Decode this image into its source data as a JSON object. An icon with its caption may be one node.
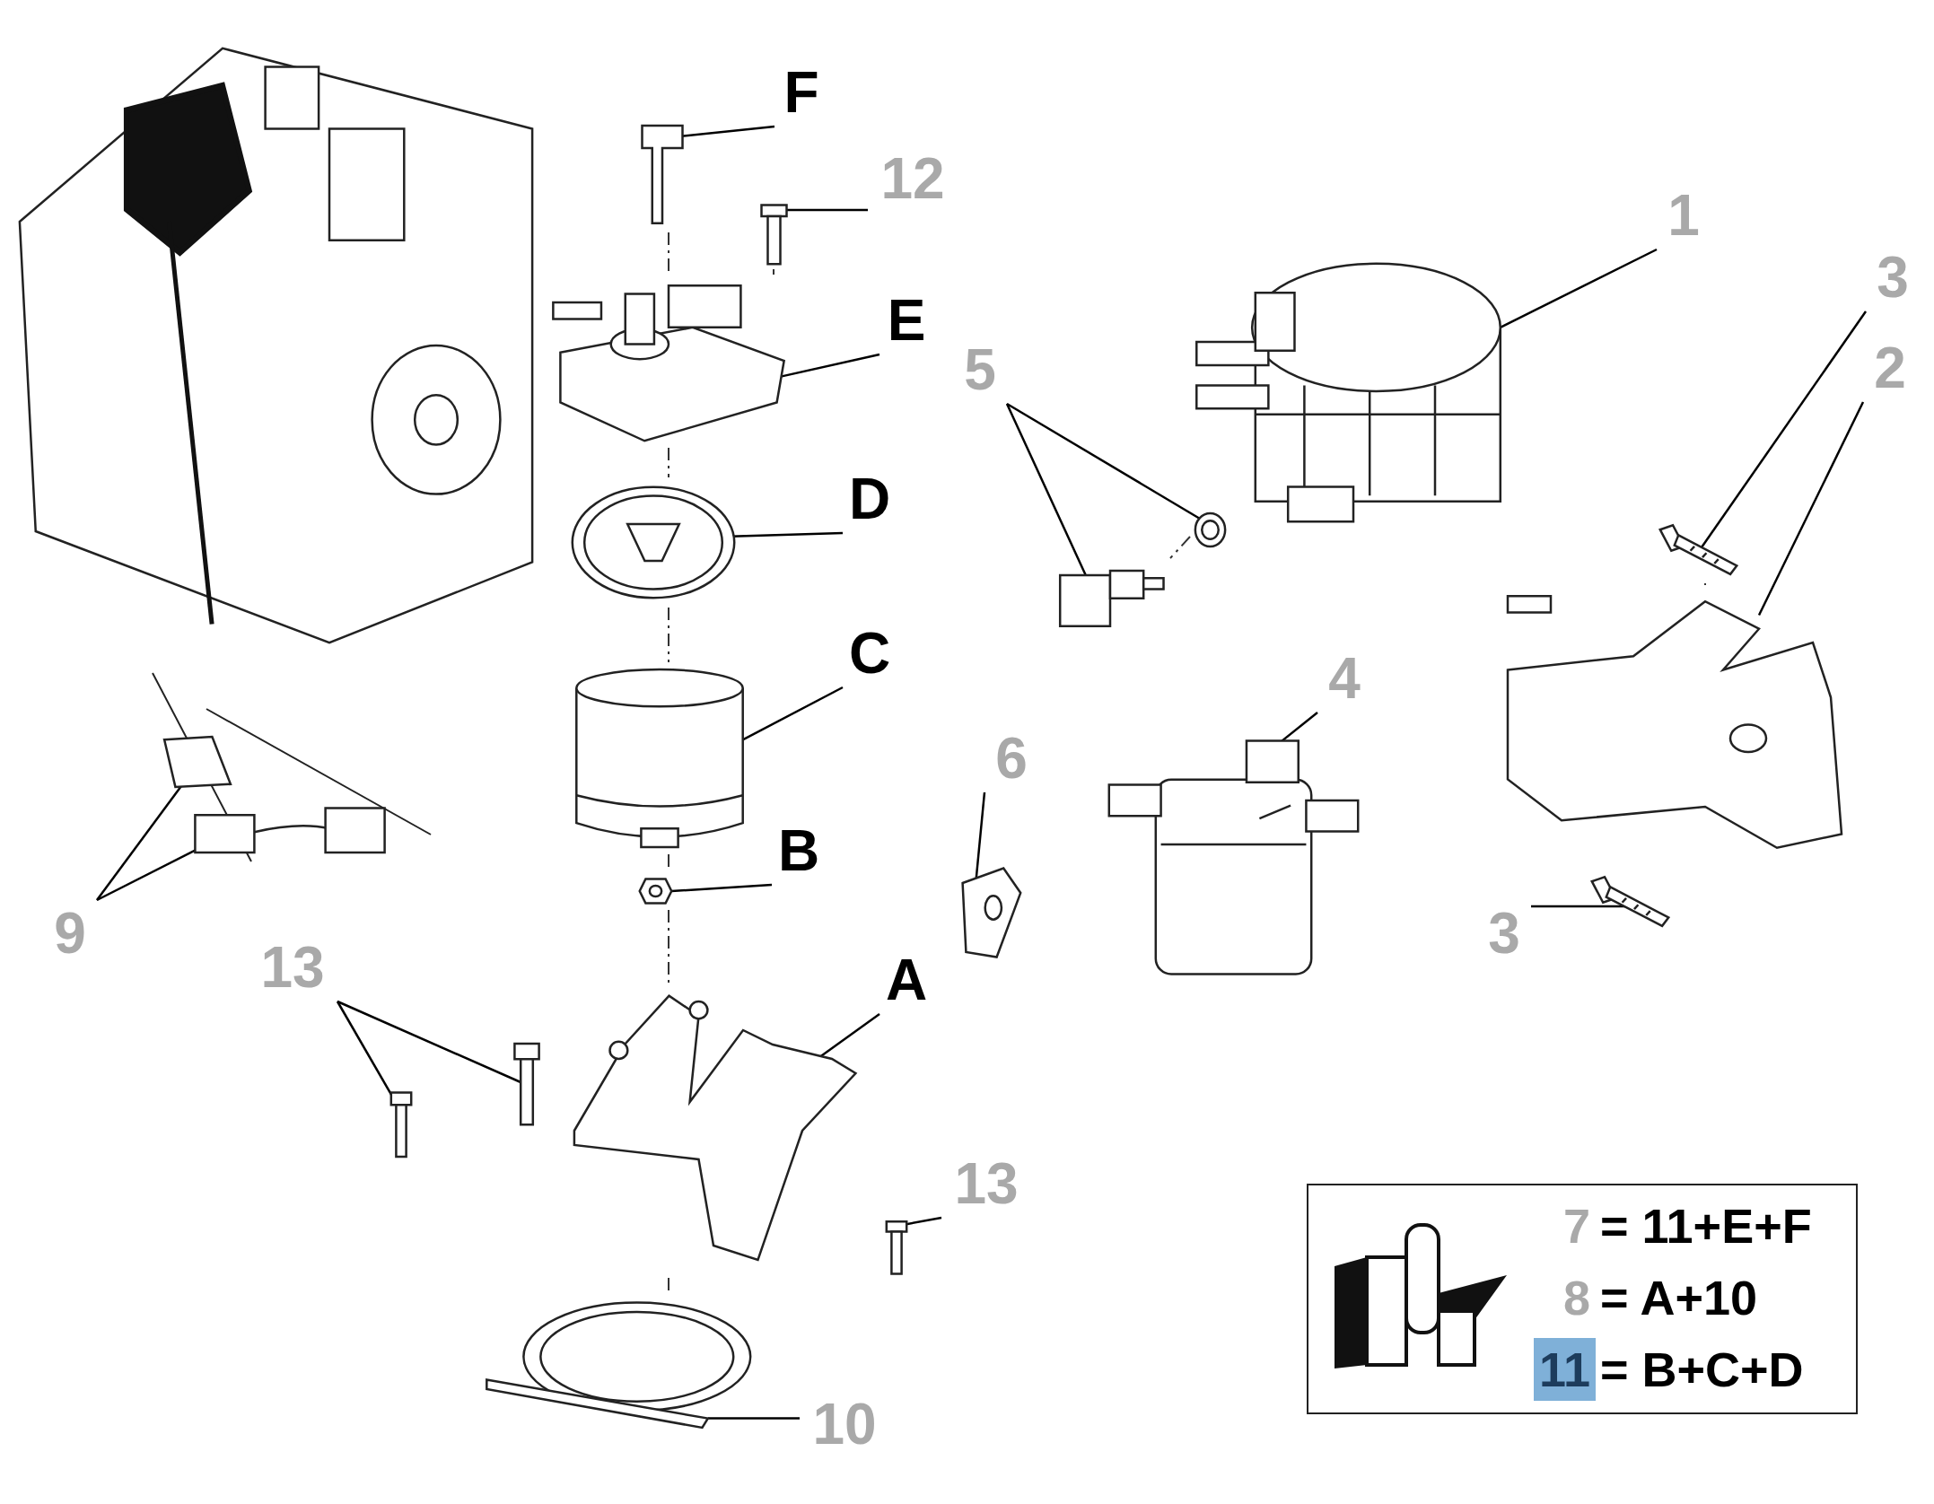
{
  "diagram": {
    "nodes": [
      {
        "text": [
          "F"
        ]
      },
      {
        "text": [],
        "shape": "picture"
      },
      {
        "text": [
          "12"
        ]
      },
      {
        "text": [],
        "shape": "picture"
      },
      {
        "text": [
          "E"
        ]
      },
      {
        "text": [],
        "shape": "picture"
      },
      {
        "text": [
          "1"
        ]
      },
      {
        "text": [],
        "shape": "picture"
      },
      {
        "text": [
          "3"
        ]
      },
      {
        "text": [],
        "shape": "picture"
      },
      {
        "text": [
          "5"
        ]
      },
      {
        "text": [],
        "shape": "picture"
      },
      {
        "text": [],
        "shape": "picture"
      },
      {
        "text": [
          "2"
        ]
      },
      {
        "text": [],
        "shape": "picture"
      },
      {
        "text": [
          "D"
        ]
      },
      {
        "text": [],
        "shape": "picture"
      },
      {
        "text": [
          "C"
        ]
      },
      {
        "text": [],
        "shape": "picture"
      },
      {
        "text": [
          "4"
        ]
      },
      {
        "text": [],
        "shape": "picture"
      },
      {
        "text": [
          "6"
        ]
      },
      {
        "text": [],
        "shape": "picture"
      },
      {
        "text": [],
        "shape": "picture"
      },
      {
        "text": [],
        "shape": "picture"
      },
      {
        "text": [
          "B"
        ]
      },
      {
        "text": [],
        "shape": "picture"
      },
      {
        "text": [
          "9"
        ]
      },
      {
        "text": [
          "3"
        ]
      },
      {
        "text": [],
        "shape": "picture"
      },
      {
        "text": [
          "13"
        ]
      },
      {
        "text": [],
        "shape": "picture"
      },
      {
        "text": [
          "A"
        ]
      },
      {
        "text": [],
        "shape": "picture"
      },
      {
        "text": [],
        "shape": "picture"
      },
      {
        "text": [
          "13"
        ]
      },
      {
        "text": [],
        "shape": "picture"
      },
      {
        "text": [],
        "shape": "picture"
      },
      {
        "text": [
          "10"
        ]
      }
    ],
    "edges": [
      {
        "from": 0,
        "to": 1,
        "arrow": "none"
      },
      {
        "from": 2,
        "to": 3,
        "arrow": "none"
      },
      {
        "from": 4,
        "to": 5,
        "arrow": "none"
      },
      {
        "from": 6,
        "to": 7,
        "arrow": "none"
      },
      {
        "from": 8,
        "to": 9,
        "arrow": "none"
      },
      {
        "from": 10,
        "to": 11,
        "arrow": "none"
      },
      {
        "from": 10,
        "to": 12,
        "arrow": "none"
      },
      {
        "from": 13,
        "to": 14,
        "arrow": "none"
      },
      {
        "from": 15,
        "to": 16,
        "arrow": "none"
      },
      {
        "from": 17,
        "to": 18,
        "arrow": "none"
      },
      {
        "from": 19,
        "to": 20,
        "arrow": "none"
      },
      {
        "from": 21,
        "to": 22,
        "arrow": "none"
      },
      {
        "from": 27,
        "to": 23,
        "arrow": "none"
      },
      {
        "from": 27,
        "to": 24,
        "arrow": "none"
      },
      {
        "from": 25,
        "to": 26,
        "arrow": "none"
      },
      {
        "from": 28,
        "to": 29,
        "arrow": "none"
      },
      {
        "from": 30,
        "to": 31,
        "arrow": "none"
      },
      {
        "from": 30,
        "to": 34,
        "arrow": "none"
      },
      {
        "from": 32,
        "to": 33,
        "arrow": "none"
      },
      {
        "from": 35,
        "to": 36,
        "arrow": "none"
      },
      {
        "from": 38,
        "to": 37,
        "arrow": "none"
      }
    ],
    "labels": [
      "7",
      "= 11+E+F",
      "8",
      "= A+10",
      "11",
      "= B+C+D"
    ]
  }
}
